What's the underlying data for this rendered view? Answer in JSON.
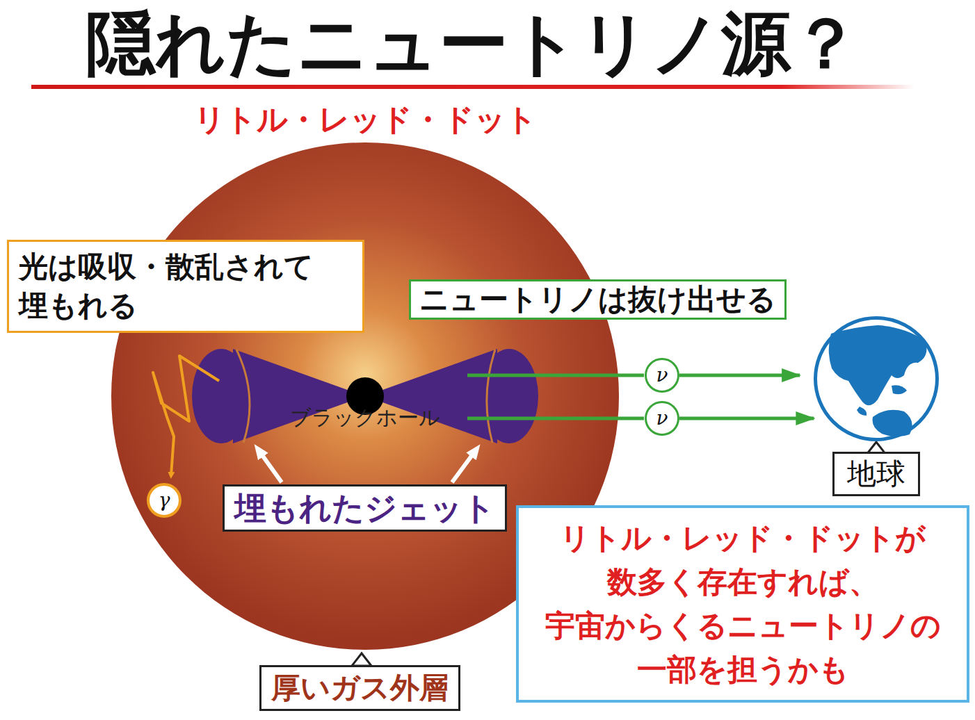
{
  "diagram": {
    "title": "隠れたニュートリノ源？",
    "nodes": [
      {
        "text": [
          "リトル・レッド・ドット"
        ]
      },
      {
        "text": [
          "光は吸収・散乱されて 埋もれる"
        ]
      },
      {
        "text": [
          "ニュートリノは抜け出せる"
        ]
      },
      {
        "text": [
          "ブラックホール"
        ],
        "in": 0
      },
      {
        "text": [
          "γ"
        ],
        "in": 0
      },
      {
        "text": [
          "ν"
        ]
      },
      {
        "text": [
          "ν"
        ]
      },
      {
        "text": [
          "地球"
        ]
      },
      {
        "text": [
          "埋もれたジェット"
        ]
      },
      {
        "text": [
          "厚いガス外層"
        ]
      },
      {
        "text": [
          "リトル・レッド・ドットが 数多く存在すれば、 宇宙からくるニュートリノの 一部を担うかも"
        ]
      }
    ],
    "edges": [
      {
        "from": 5,
        "to": 7,
        "arrow": "to"
      },
      {
        "from": 6,
        "to": 7,
        "arrow": "to"
      }
    ]
  }
}
